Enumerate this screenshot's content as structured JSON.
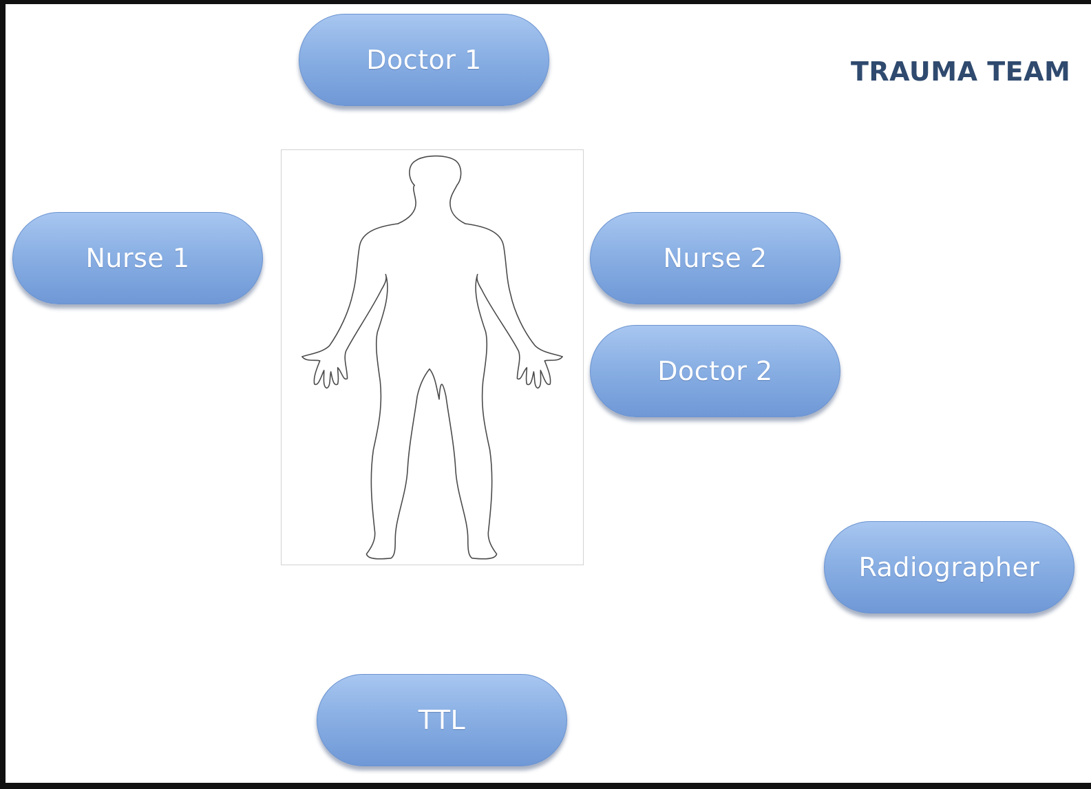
{
  "diagram": {
    "title": "TRAUMA TEAM",
    "figure_icon": "human-body-outline-icon",
    "colors": {
      "pill_top": "#a8c6f0",
      "pill_bottom": "#6f98d6",
      "title_text": "#2f4a6e"
    },
    "roles": {
      "doctor_1": "Doctor 1",
      "nurse_1": "Nurse 1",
      "nurse_2": "Nurse 2",
      "doctor_2": "Doctor 2",
      "radiographer": "Radiographer",
      "ttl": "TTL"
    }
  }
}
